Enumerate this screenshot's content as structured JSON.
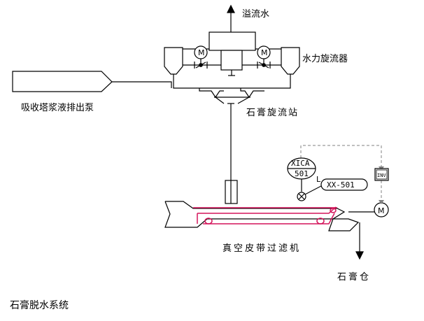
{
  "diagram": {
    "labels": {
      "overflow_water": "溢流水",
      "hydrocyclone": "水力旋流器",
      "absorber_slurry_pump": "吸收塔浆液排出泵",
      "gypsum_cyclone_station": "石膏旋流站",
      "vacuum_belt_filter": "真空皮带过滤机",
      "gypsum_silo": "石膏仓",
      "motor_symbol": "M",
      "controller_tag": "XICA",
      "controller_number": "501",
      "level_letter": "L",
      "valve_tag": "XX-501",
      "inverter_tag": "INV"
    },
    "caption": "石膏脱水系统"
  },
  "colors": {
    "line": "#000000",
    "filter_belt": "#d4145a",
    "signal_dashed": "#808080"
  }
}
